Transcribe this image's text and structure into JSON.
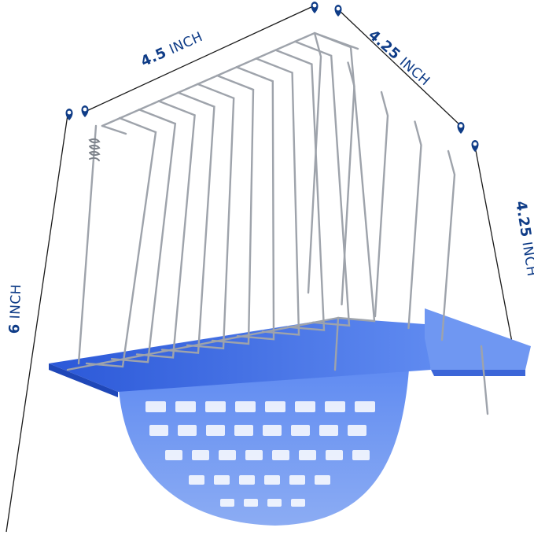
{
  "colors": {
    "accent": "#0f3c87",
    "dimension_line": "#1a1a1a",
    "wire": "#9ea3ab",
    "plastic": "#2f5fe0",
    "plastic_light": "#8fb0f5"
  },
  "dimensions": {
    "width": {
      "value": "4.5",
      "unit": "INCH"
    },
    "depth": {
      "value": "4.25",
      "unit": "INCH"
    },
    "side": {
      "value": "4.25",
      "unit": "INCH"
    },
    "height": {
      "value": "6",
      "unit": "INCH"
    }
  },
  "icons": [
    "pin-marker-icon"
  ]
}
